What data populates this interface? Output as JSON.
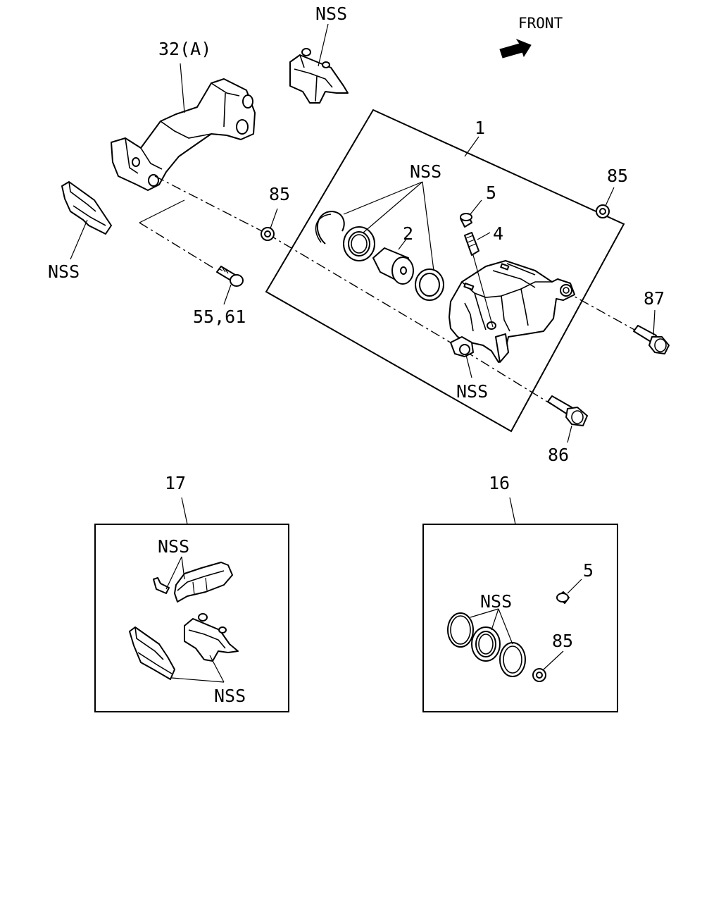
{
  "front_label": "FRONT",
  "callouts": {
    "nss_top": "NSS",
    "bracket_32a": "32(A)",
    "caliper_1": "1",
    "nss_seals": "NSS",
    "bleeder_cap_5": "5",
    "bleeder_4": "4",
    "piston_2": "2",
    "washer_85_left": "85",
    "washer_85_right": "85",
    "bolt_87": "87",
    "nss_left": "NSS",
    "bolt_55_61": "55,61",
    "nss_caliper": "NSS",
    "bolt_86": "86",
    "kit_17": "17",
    "kit_16": "16",
    "kit17_nss_top": "NSS",
    "kit17_nss_bottom": "NSS",
    "kit16_nss": "NSS",
    "kit16_5": "5",
    "kit16_85": "85"
  }
}
